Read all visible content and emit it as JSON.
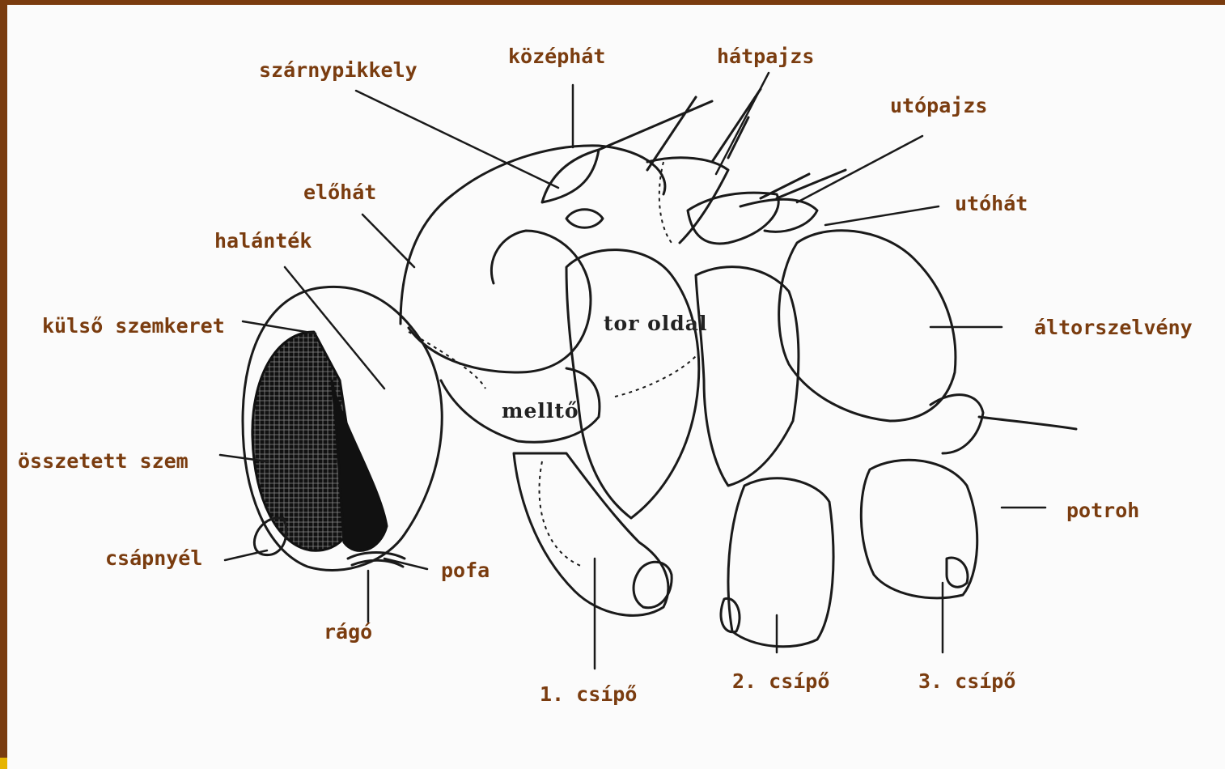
{
  "diagram": {
    "labels": {
      "szarnypikkely": "szárnypikkely",
      "kozephat": "középhát",
      "hatpajzs": "hátpajzs",
      "utopajzs": "utópajzs",
      "utohat": "utóhát",
      "elohat": "előhát",
      "halantek": "halánték",
      "kulso_szemkeret": "külső szemkeret",
      "osszetett_szem": "összetett szem",
      "csapnyel": "csápnyél",
      "pofa": "pofa",
      "rago": "rágó",
      "csipo1": "1. csípő",
      "csipo2": "2. csípő",
      "csipo3": "3. csípő",
      "potroh": "potroh",
      "altorszelveny": "áltorszelvény"
    },
    "inline_labels": {
      "tor_oldal": "tor oldal",
      "mellto": "melltő"
    },
    "colors": {
      "label": "#7a3c0f",
      "frame": "#7a3c0f",
      "drawing": "#1a1a1a",
      "corner": "#e6b400"
    }
  }
}
